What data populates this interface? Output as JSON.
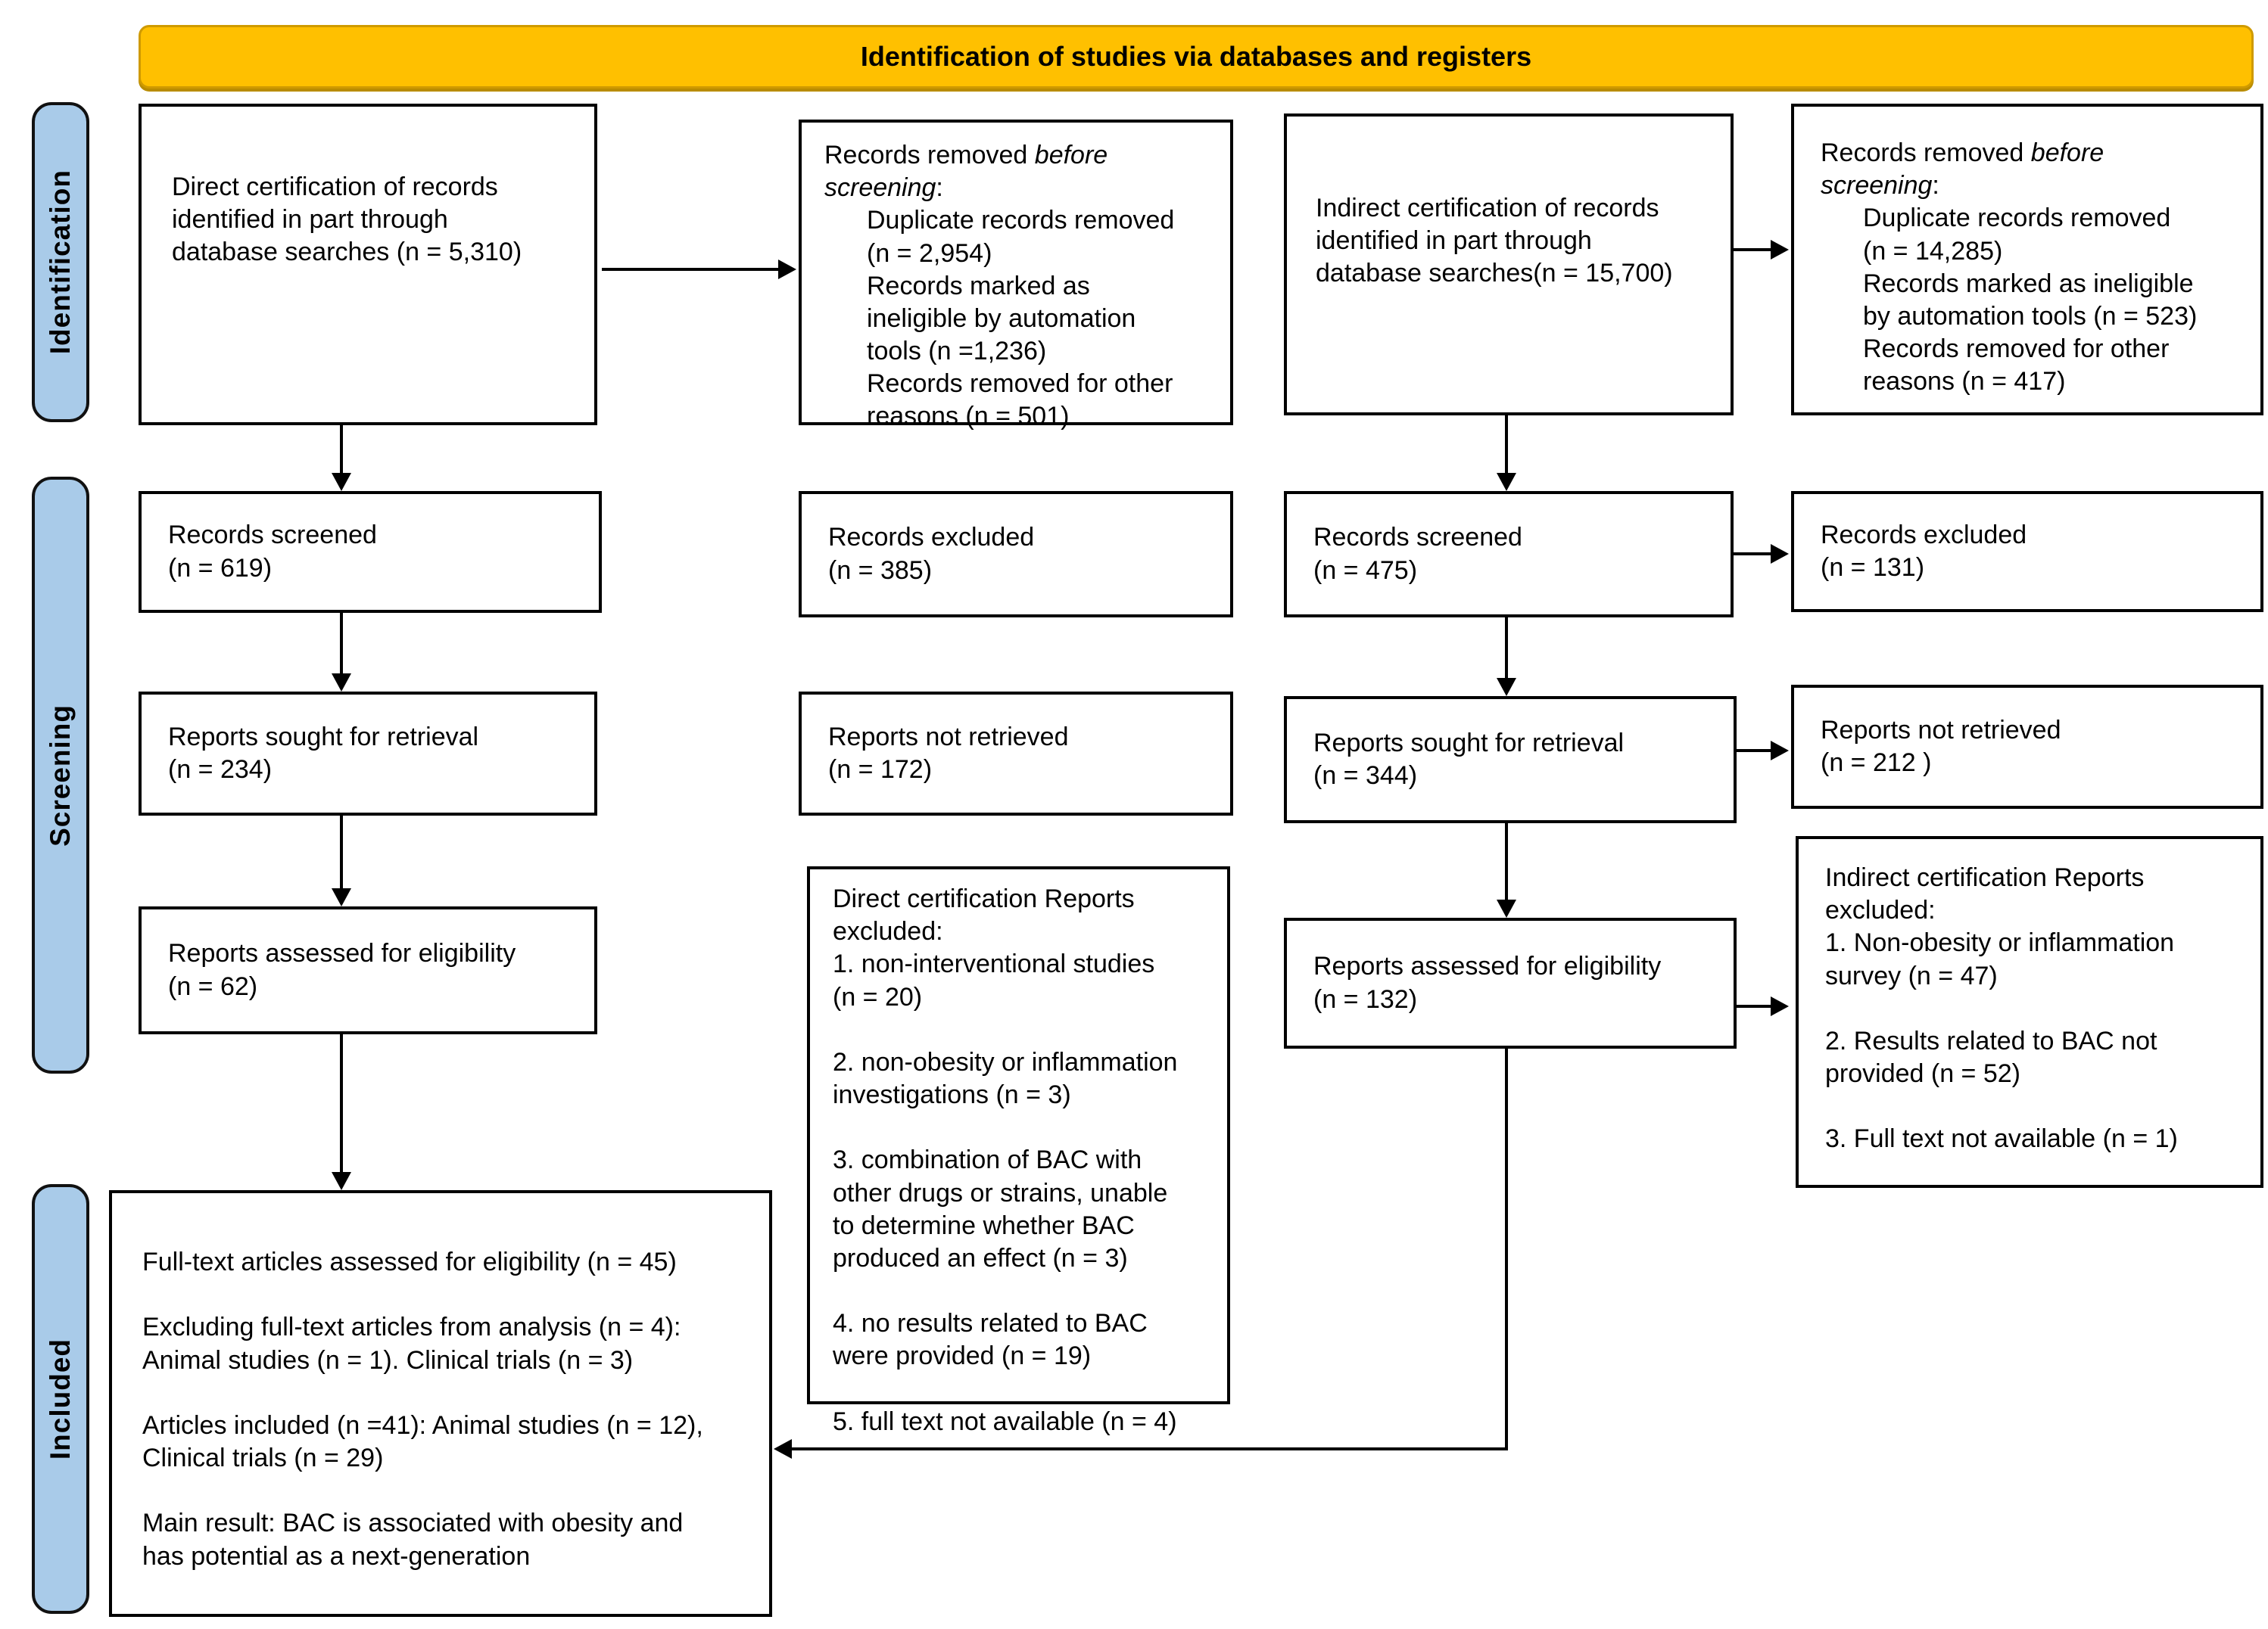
{
  "header": {
    "title": "Identification of studies via databases and registers"
  },
  "colors": {
    "banner_bg": "#FFC000",
    "banner_border": "#CF9A00",
    "sidebar_bg": "#A9CBE9",
    "box_border": "#000000"
  },
  "sidebar": {
    "identification": "Identification",
    "screening": "Screening",
    "included": "Included"
  },
  "boxes": {
    "direct_records": {
      "text": "Direct certification of records\nidentified in part through\ndatabase searches (n = 5,310)"
    },
    "direct_removed": {
      "title_pre": "Records removed ",
      "title_em": "before screening",
      "title_post": ":",
      "items": [
        "Duplicate records removed\n(n = 2,954)",
        "Records marked as\nineligible by automation\ntools (n =1,236)",
        "Records removed for other\nreasons (n = 501)"
      ]
    },
    "indirect_records": {
      "text": "Indirect certification of records\nidentified in part through\ndatabase searches(n = 15,700)"
    },
    "indirect_removed": {
      "title_pre": "Records removed ",
      "title_em": "before screening",
      "title_post": ":",
      "items": [
        "Duplicate records removed\n(n = 14,285)",
        "Records marked as ineligible\nby automation tools (n = 523)",
        "Records removed for other\nreasons (n = 417)"
      ]
    },
    "direct_screened": {
      "text": "Records screened\n(n = 619)"
    },
    "direct_excluded": {
      "text": "Records excluded\n(n = 385)"
    },
    "indirect_screened": {
      "text": "Records screened\n(n = 475)"
    },
    "indirect_excluded": {
      "text": "Records excluded\n(n = 131)"
    },
    "direct_sought": {
      "text": "Reports sought for retrieval\n(n = 234)"
    },
    "direct_not_retrieved": {
      "text": "Reports not retrieved\n(n = 172)"
    },
    "indirect_sought": {
      "text": "Reports sought for retrieval\n(n = 344)"
    },
    "indirect_not_retrieved": {
      "text": "Reports not retrieved\n(n = 212 )"
    },
    "direct_assessed": {
      "text": "Reports assessed for eligibility\n(n = 62)"
    },
    "indirect_assessed": {
      "text": "Reports assessed for eligibility\n(n = 132)"
    },
    "direct_reports_excluded": {
      "text": "Direct certification Reports\nexcluded:\n1. non-interventional studies\n(n = 20)\n\n2. non-obesity or inflammation\ninvestigations (n = 3)\n\n3. combination of BAC with\nother drugs or strains, unable\nto determine whether BAC\nproduced an effect (n = 3)\n\n4. no results related to BAC\nwere provided (n = 19)\n\n5. full text not available (n = 4)"
    },
    "indirect_reports_excluded": {
      "text": "Indirect certification Reports\nexcluded:\n1. Non-obesity or inflammation\nsurvey (n = 47)\n\n2. Results related to BAC not\nprovided (n = 52)\n\n3. Full text not available (n = 1)"
    },
    "included_summary": {
      "text": "Full-text articles assessed for eligibility (n = 45)\n\nExcluding full-text articles from analysis (n = 4):\nAnimal studies (n = 1). Clinical trials (n = 3)\n\nArticles included (n =41): Animal studies (n = 12),\nClinical trials (n = 29)\n\nMain result: BAC is associated with obesity and\nhas potential as a next-generation"
    }
  }
}
